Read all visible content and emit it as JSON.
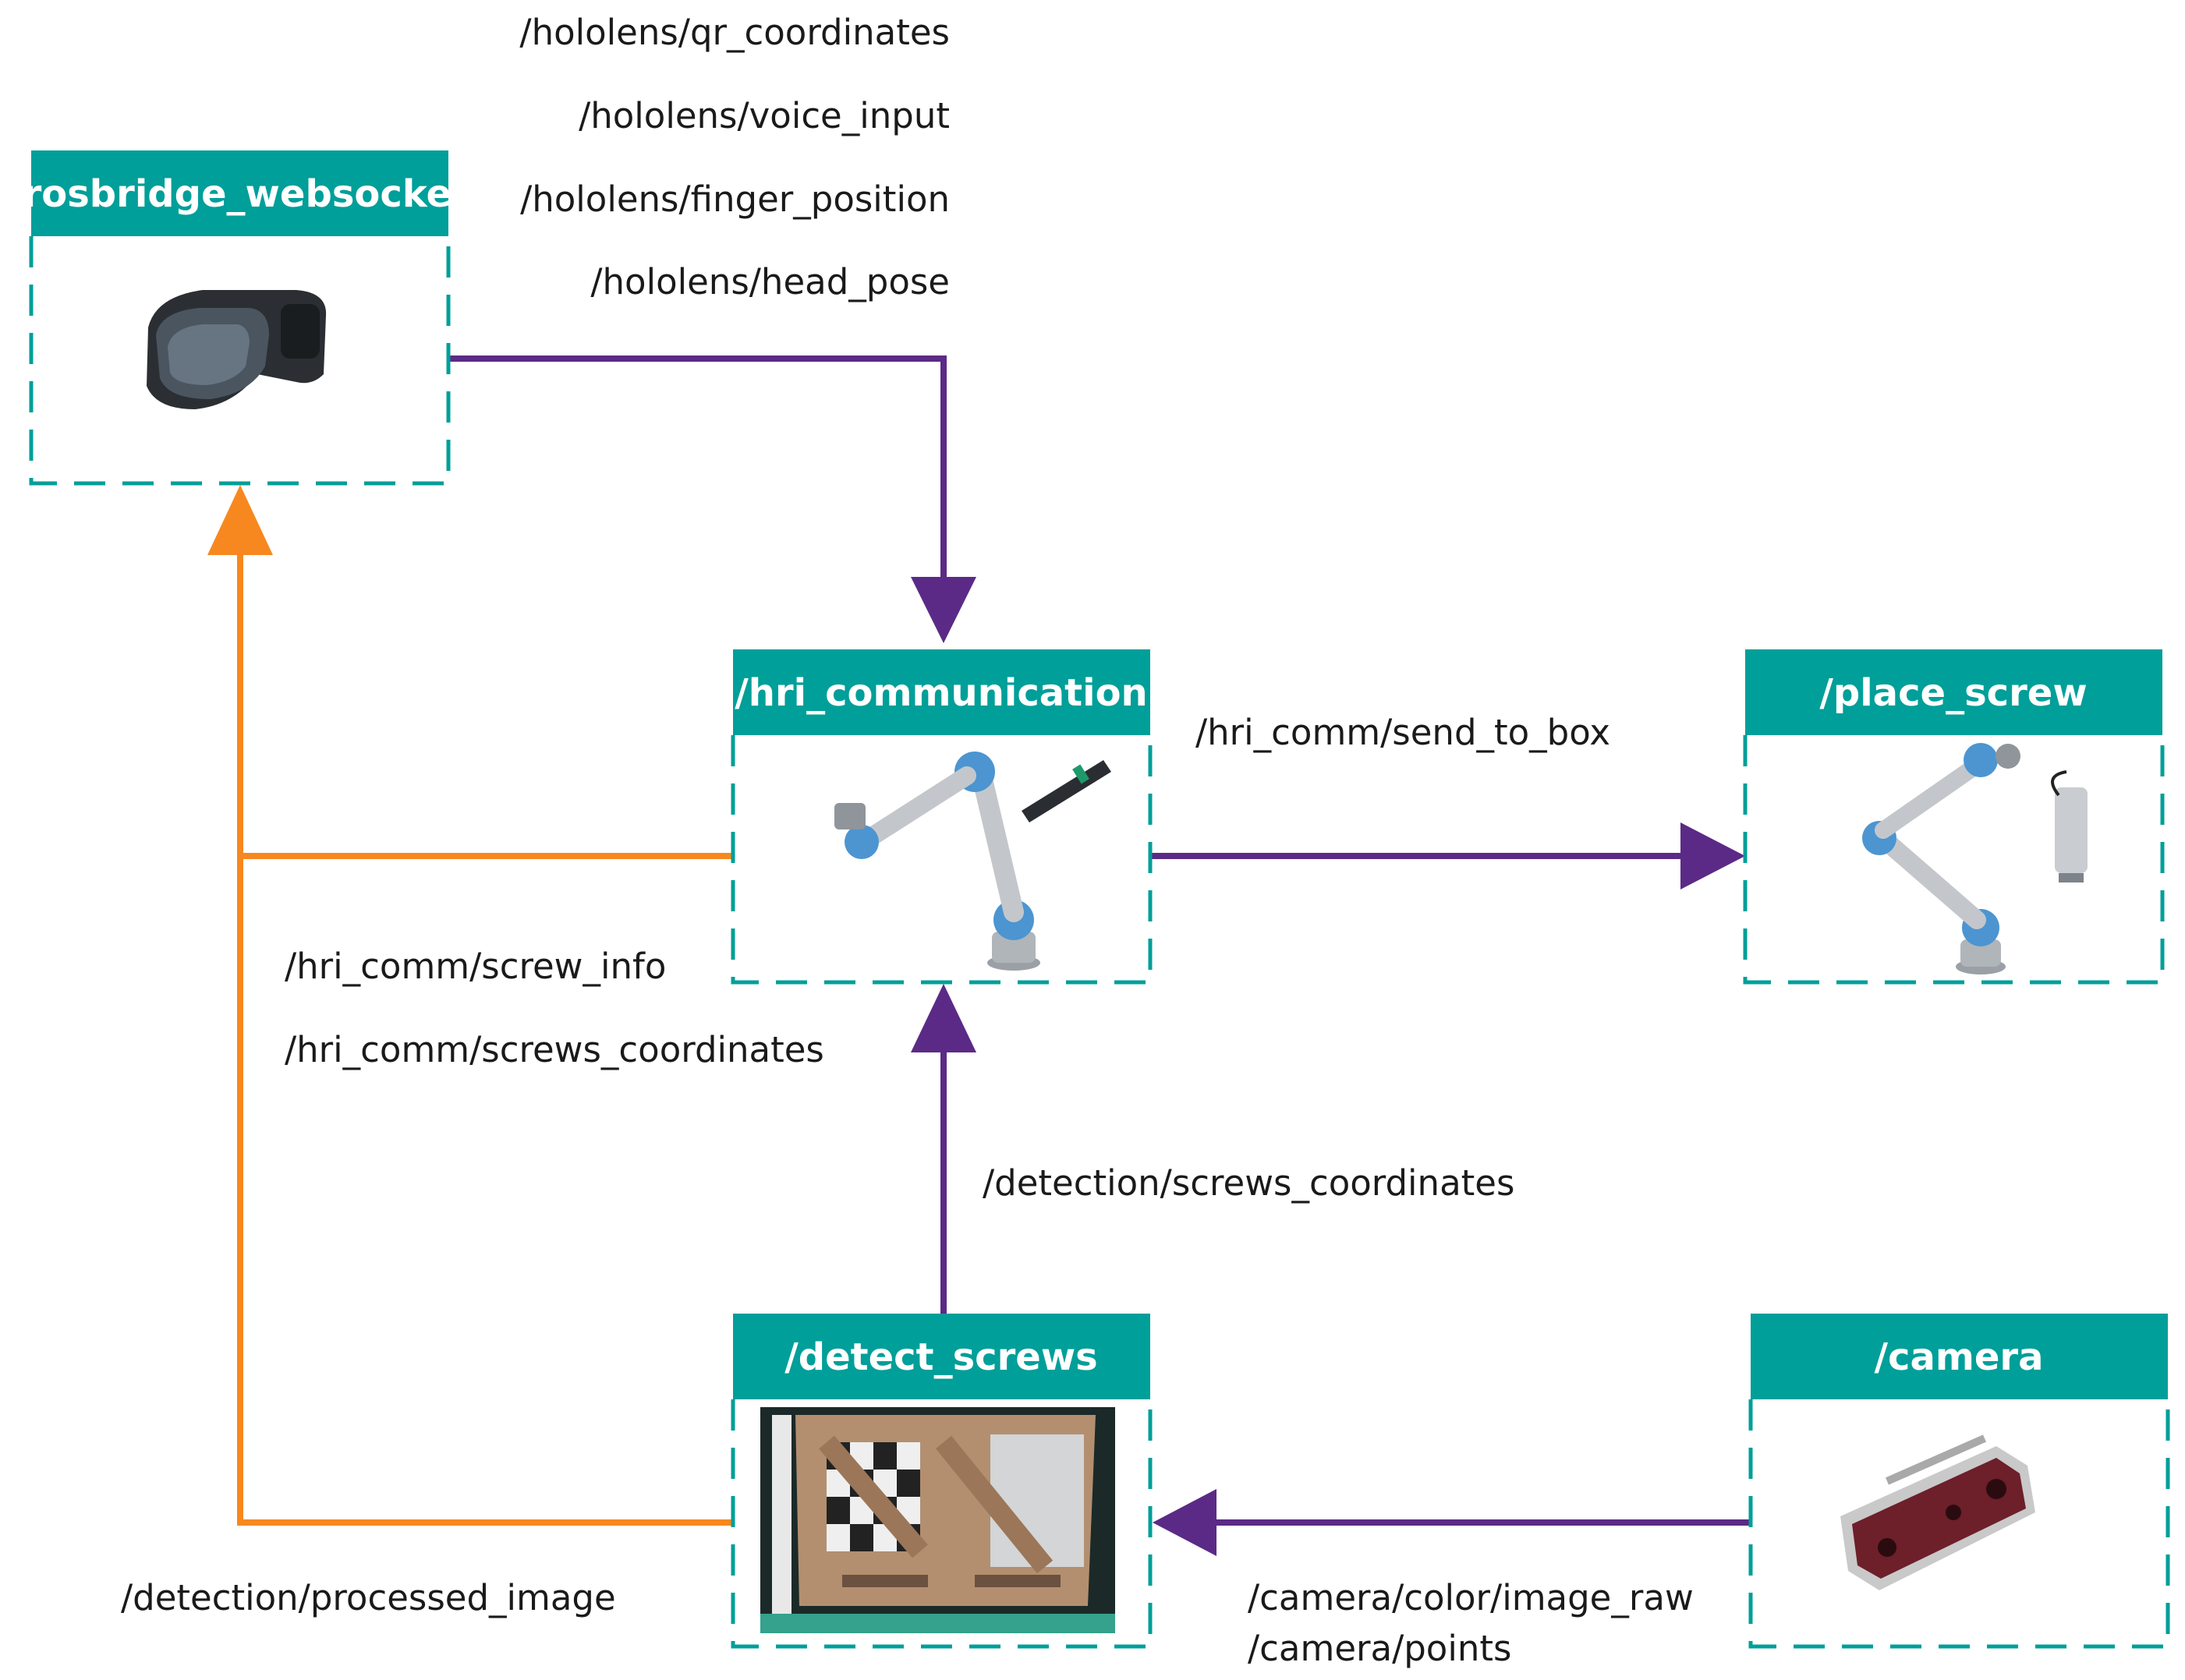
{
  "colors": {
    "teal": "#009F99",
    "purple": "#5B2A86",
    "orange": "#F7881F"
  },
  "nodes": {
    "rosbridge": {
      "title": "/rosbridge_websocket",
      "icon": "mixed-reality-headset-icon"
    },
    "hri": {
      "title": "/hri_communication",
      "icon": "robot-arm-with-screwdriver-icon"
    },
    "place": {
      "title": "/place_screw",
      "icon": "robot-arm-with-gripper-icon"
    },
    "detect": {
      "title": "/detect_screws",
      "icon": "screw-detection-image-icon"
    },
    "camera": {
      "title": "/camera",
      "icon": "depth-camera-icon"
    }
  },
  "topics": {
    "hololens": [
      "/hololens/qr_coordinates",
      "/hololens/voice_input",
      "/hololens/finger_position",
      "/hololens/head_pose"
    ],
    "send_to_box": "/hri_comm/send_to_box",
    "hri_out": [
      "/hri_comm/screw_info",
      "/hri_comm/screws_coordinates"
    ],
    "detection_coords": "/detection/screws_coordinates",
    "processed_image": "/detection/processed_image",
    "camera_out": [
      "/camera/color/image_raw",
      "/camera/points"
    ]
  }
}
